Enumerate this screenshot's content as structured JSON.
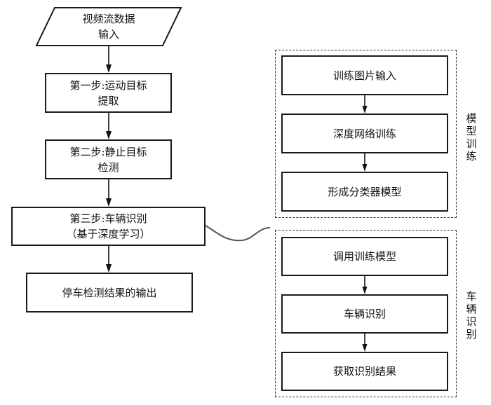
{
  "main_flow": {
    "input": {
      "lines": [
        "视频流数据",
        "输入"
      ]
    },
    "step1": {
      "lines": [
        "第一步:运动目标",
        "提取"
      ]
    },
    "step2": {
      "lines": [
        "第二步:静止目标",
        "检测"
      ]
    },
    "step3": {
      "lines": [
        "第三步:车辆识别",
        "（基于深度学习）"
      ]
    },
    "output": {
      "lines": [
        "停车检测结果的输出"
      ]
    }
  },
  "model_training": {
    "label_chars": [
      "模",
      "型",
      "训",
      "练"
    ],
    "steps": [
      "训练图片输入",
      "深度网络训练",
      "形成分类器模型"
    ]
  },
  "vehicle_recognition": {
    "label_chars": [
      "车",
      "辆",
      "识",
      "别"
    ],
    "steps": [
      "调用训练模型",
      "车辆识别",
      "获取识别结果"
    ]
  }
}
